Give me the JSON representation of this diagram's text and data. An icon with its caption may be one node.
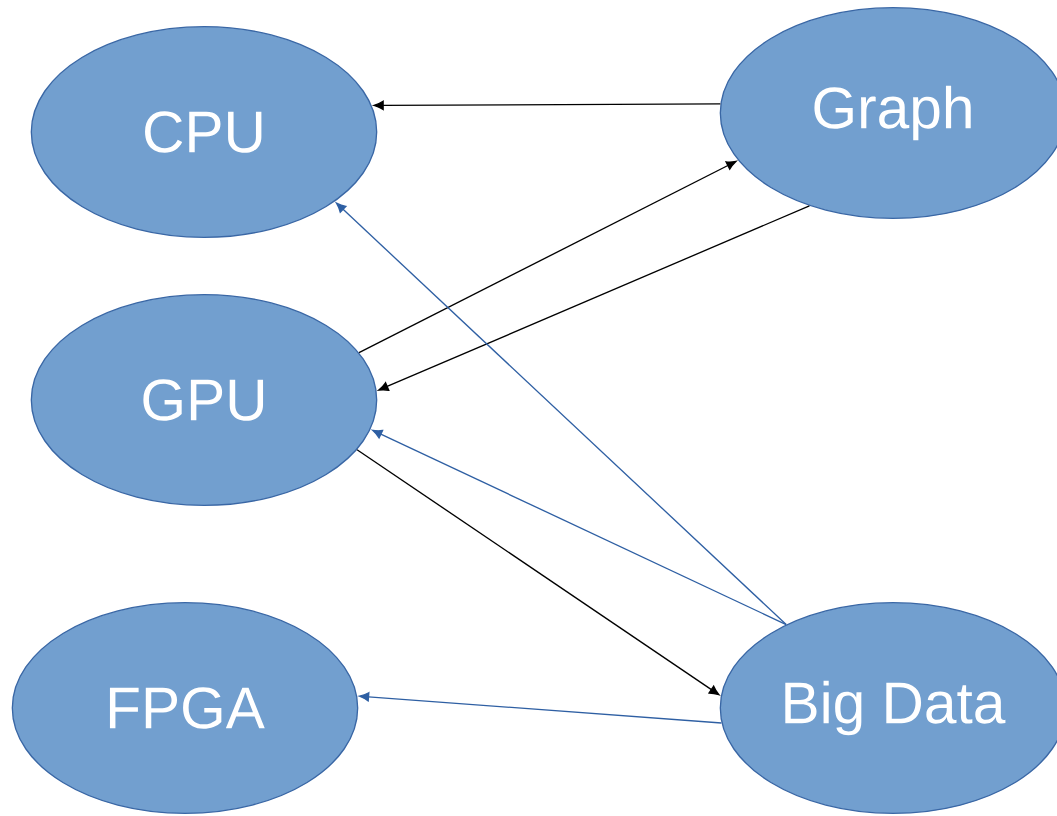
{
  "diagram": {
    "nodes": [
      {
        "text": [
          "CPU"
        ]
      },
      {
        "text": [
          "Graph"
        ]
      },
      {
        "text": [
          "GPU"
        ]
      },
      {
        "text": [
          "FPGA"
        ]
      },
      {
        "text": [
          "Big Data"
        ]
      }
    ],
    "edges": [
      {
        "from": 1,
        "to": 0,
        "arrow": "to"
      },
      {
        "from": 2,
        "to": 1,
        "arrow": "to"
      },
      {
        "from": 1,
        "to": 2,
        "arrow": "to"
      },
      {
        "from": 2,
        "to": 4,
        "arrow": "to"
      },
      {
        "from": 4,
        "to": 0,
        "arrow": "to",
        "color": "#2e5fa3"
      },
      {
        "from": 4,
        "to": 2,
        "arrow": "to",
        "color": "#2e5fa3"
      },
      {
        "from": 4,
        "to": 3,
        "arrow": "to",
        "color": "#2e5fa3"
      }
    ]
  }
}
